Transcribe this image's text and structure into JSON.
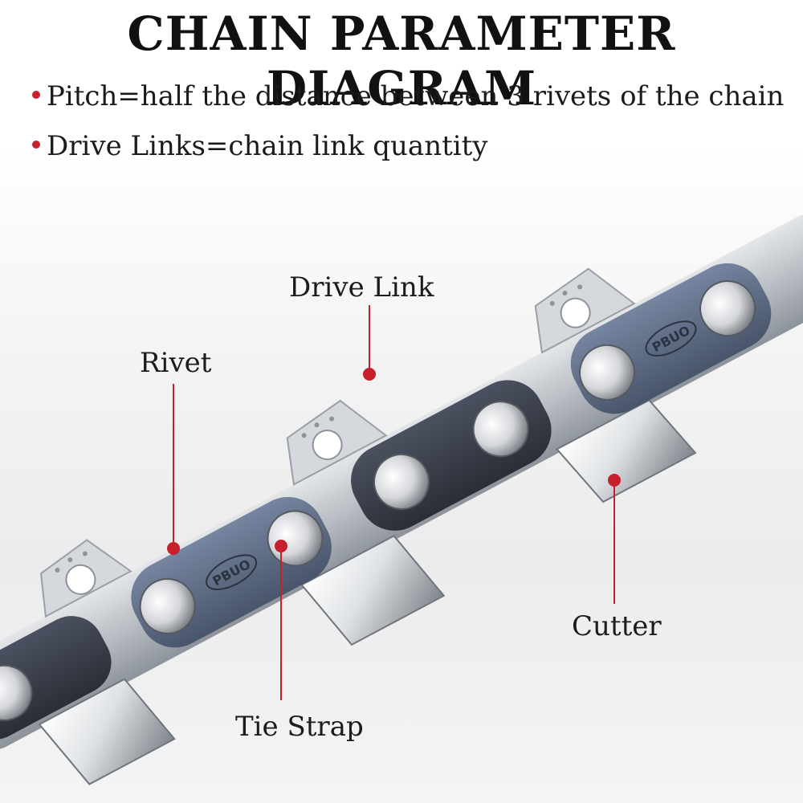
{
  "title": "CHAIN PARAMETER DIAGRAM",
  "bullets": [
    "Pitch=half the distance between 3 rivets of the chain",
    "Drive Links=chain link quantity"
  ],
  "labels": {
    "drive_link": "Drive Link",
    "rivet": "Rivet",
    "cutter": "Cutter",
    "tie_strap": "Tie Strap"
  },
  "engraving": "PBUO",
  "colors": {
    "accent": "#c8202a",
    "steel": "#c9cdd2",
    "steel_dark": "#8e949b",
    "link_dark": "#3a3f47",
    "link_blue": "#5b6b82",
    "rivet": "#e9eaec"
  }
}
